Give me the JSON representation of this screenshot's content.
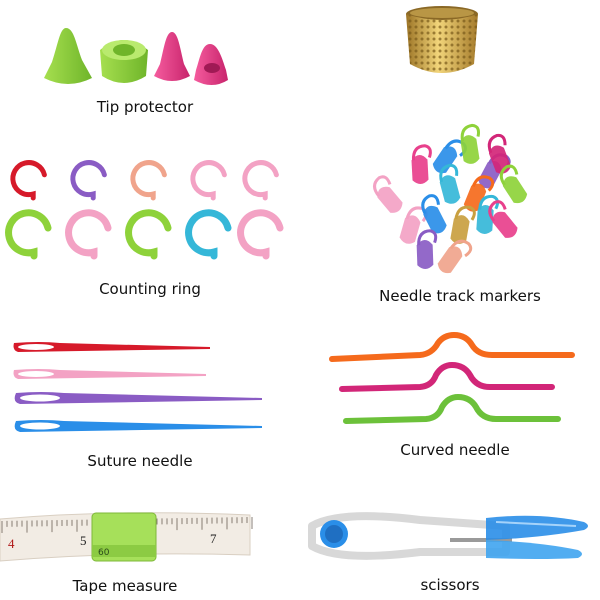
{
  "items": {
    "tip_protector": {
      "label": "Tip protector"
    },
    "counting_ring": {
      "label": "Counting ring"
    },
    "needle_markers": {
      "label": "Needle track markers"
    },
    "suture_needle": {
      "label": "Suture needle"
    },
    "curved_needle": {
      "label": "Curved needle"
    },
    "tape_measure": {
      "label": "Tape measure",
      "printed": [
        "4",
        "5",
        "7",
        "60"
      ]
    },
    "scissors": {
      "label": "scissors"
    }
  },
  "colors": {
    "green": "#8ed23a",
    "pink": "#e8408c",
    "red": "#d61a2a",
    "purple": "#8a5cc4",
    "light-pink": "#f3a2c4",
    "salmon": "#f0a48c",
    "orange": "#f56a1c",
    "magenta": "#d22678",
    "blue": "#2a8ee8",
    "gold": "#c9a040",
    "cyan": "#35b7d8"
  }
}
